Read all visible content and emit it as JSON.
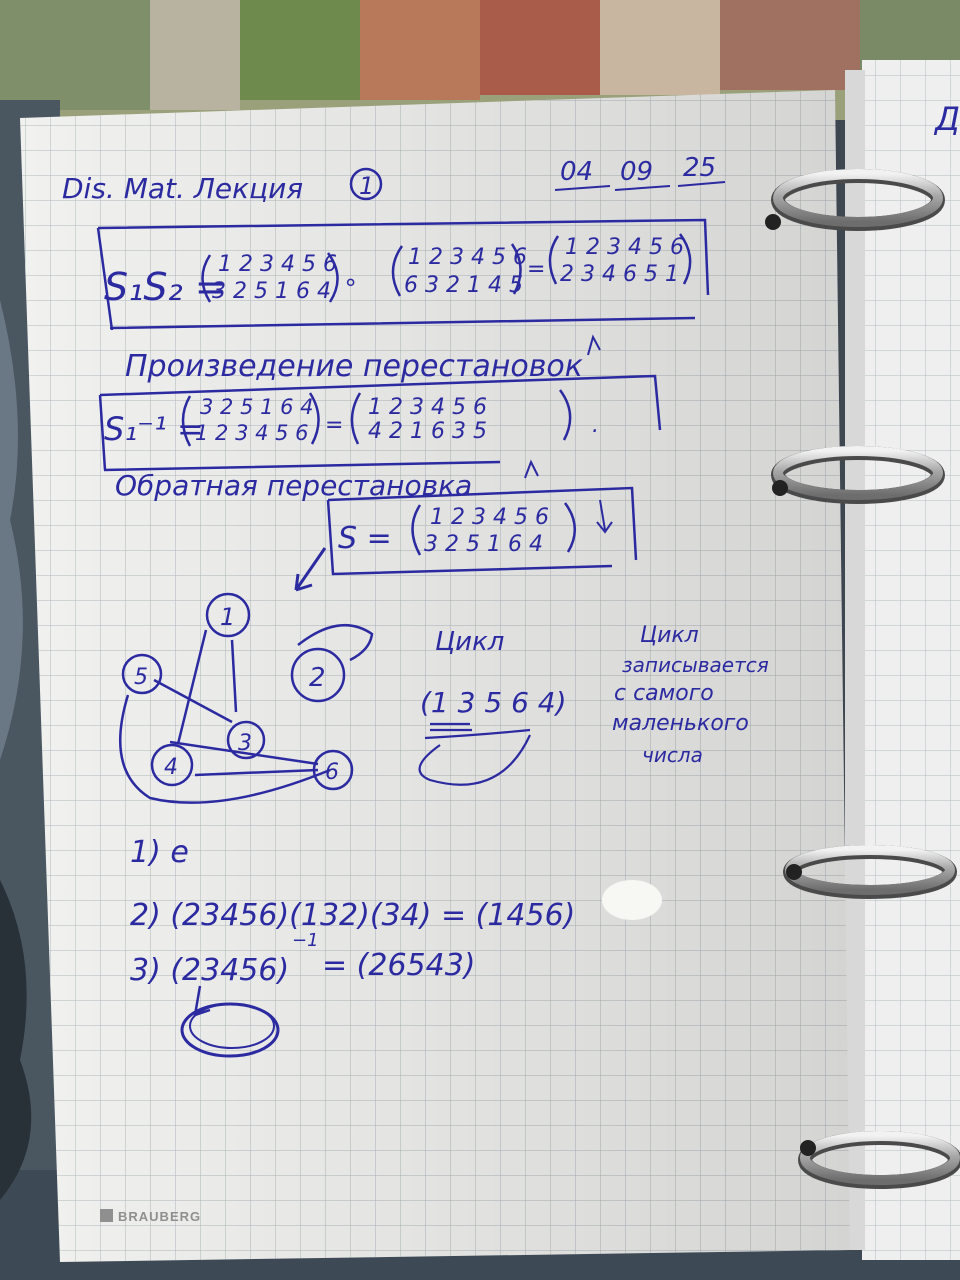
{
  "header": {
    "title": "Dis. Mat. Лекция",
    "lecture_number": "1",
    "date_day": "04",
    "date_month": "09",
    "date_year": "25"
  },
  "product": {
    "s1s2_prefix": "S₁S₂ =",
    "m1_top": "1 2 3 4 5 6",
    "m1_bottom": "3 2 5 1 6 4",
    "operator": "∘",
    "m2_top": "1 2 3 4 5 6",
    "m2_bottom": "6 3 2 1 4 5",
    "m3_top": "1 2 3 4 5 6",
    "m3_bottom": "2 3 4 6 5 1",
    "caption": "Произведение перестановок"
  },
  "inverse": {
    "prefix": "S₁⁻¹ =",
    "m1_top": "3 2 5 1 6 4",
    "m1_bottom": "1 2 3 4 5 6",
    "m2_top": "1 2 3 4 5 6",
    "m2_bottom": "4 2 1 6 3 5",
    "caption": "Обратная перестановка"
  },
  "permutation": {
    "prefix": "S =",
    "top": "1 2 3 4 5 6",
    "bottom": "3 2 5 1 6 4"
  },
  "graph": {
    "nodes": [
      "1",
      "2",
      "3",
      "4",
      "5",
      "6"
    ]
  },
  "cycle": {
    "label": "Цикл",
    "notation": "(1 3 5 6 4)",
    "note_lines": [
      "Цикл",
      "записывается",
      "с самого",
      "маленького",
      "числа"
    ]
  },
  "exercises": {
    "ex1": "1) e",
    "ex2": "2) (23456)(132)(34) = (1456)",
    "ex3_left": "3) (23456)",
    "ex3_exp": "−1",
    "ex3_right": "= (26543)"
  },
  "brand": "BRAUBERG"
}
